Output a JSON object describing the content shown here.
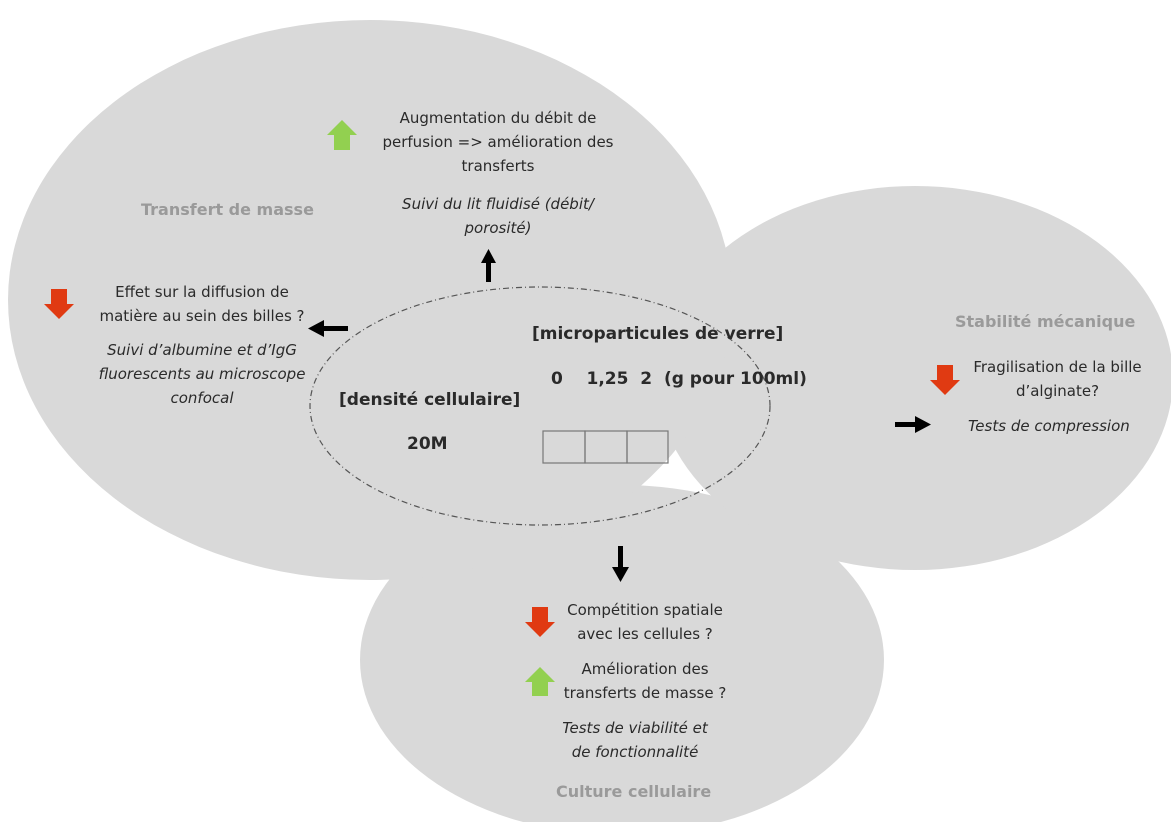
{
  "transfert_masse": {
    "title": "Transfert de masse",
    "top_effect_line1": "Augmentation du débit de",
    "top_effect_line2": "perfusion => amélioration des",
    "top_effect_line3": "transferts",
    "top_test_line1": "Suivi du lit fluidisé (débit/",
    "top_test_line2": "porosité)",
    "left_effect_line1": "Effet sur la diffusion de",
    "left_effect_line2": "matière au sein des billes ?",
    "left_test_line1": "Suivi d’albumine et d’IgG",
    "left_test_line2": "fluorescents au microscope",
    "left_test_line3": "confocal"
  },
  "stabilite": {
    "title": "Stabilité mécanique",
    "effect_line1": "Fragilisation de la bille",
    "effect_line2": "d’alginate?",
    "test": "Tests de compression"
  },
  "culture": {
    "title": "Culture cellulaire",
    "effect1_line1": "Compétition spatiale",
    "effect1_line2": "avec les cellules ?",
    "effect2_line1": "Amélioration des",
    "effect2_line2": "transferts de masse ?",
    "test_line1": "Tests de viabilité et",
    "test_line2": "de fonctionnalité"
  },
  "center": {
    "microparticules_label": "[microparticules de verre]",
    "concentrations": "0    1,25  2  (g pour 100ml)",
    "densite_label": "[densité cellulaire]",
    "densite_value": "20M"
  },
  "colors": {
    "lobe": "#d9d9d9",
    "up_arrow": "#92d050",
    "down_arrow": "#e03a12",
    "accent_title": "#9a9a9a"
  },
  "icons": {
    "up": "green-up-arrow-icon",
    "down": "red-down-arrow-icon",
    "direction": "black-arrow-icon"
  }
}
